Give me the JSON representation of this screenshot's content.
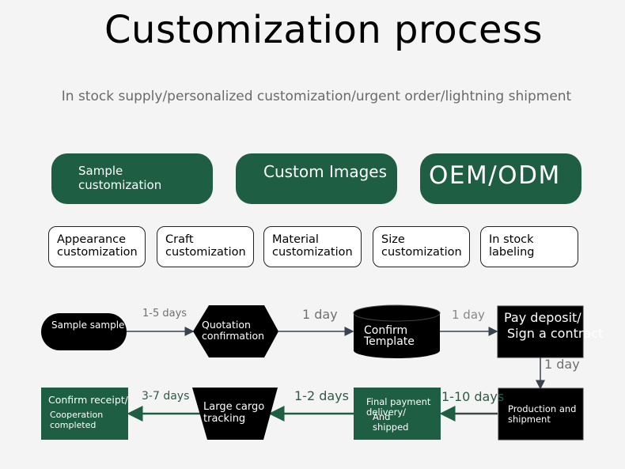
{
  "header": {
    "title": "Customization process",
    "subtitle": "In stock supply/personalized customization/urgent order/lightning shipment"
  },
  "categories": [
    {
      "line1": "Sample",
      "line2": "customization"
    },
    {
      "label": "Custom Images"
    },
    {
      "label": "OEM/ODM"
    }
  ],
  "options": [
    {
      "label": "Appearance\ncustomization"
    },
    {
      "label": "Craft\ncustomization"
    },
    {
      "label": "Material\ncustomization"
    },
    {
      "label": "Size\ncustomization"
    },
    {
      "label": "In stock\nlabeling"
    }
  ],
  "flow": {
    "nodes": {
      "sample": "Sample sample",
      "quotation_l1": "Quotation",
      "quotation_l2": "confirmation",
      "template_l1": "Confirm",
      "template_l2": "Template",
      "deposit_l1": "Pay deposit/",
      "deposit_l2": "Sign a contract",
      "production_l1": "Production and",
      "production_l2": "shipment",
      "final_l1": "Final payment",
      "final_l2": "delivery/",
      "final_l3": "And",
      "final_l4": "shipped",
      "cargo_l1": "Large cargo",
      "cargo_l2": "tracking",
      "receipt_l1": "Confirm receipt/",
      "receipt_l2": "Cooperation",
      "receipt_l3": "completed"
    },
    "durations": {
      "sample_to_quotation": "1-5 days",
      "quotation_to_template": "1 day",
      "template_to_deposit": "1 day",
      "deposit_to_production": "1 day",
      "production_to_final": "1-10 days",
      "final_to_cargo": "1-2 days",
      "cargo_to_receipt": "3-7 days"
    }
  },
  "colors": {
    "green": "#1e5e42",
    "black": "#000000",
    "background": "#f4f4f4"
  }
}
